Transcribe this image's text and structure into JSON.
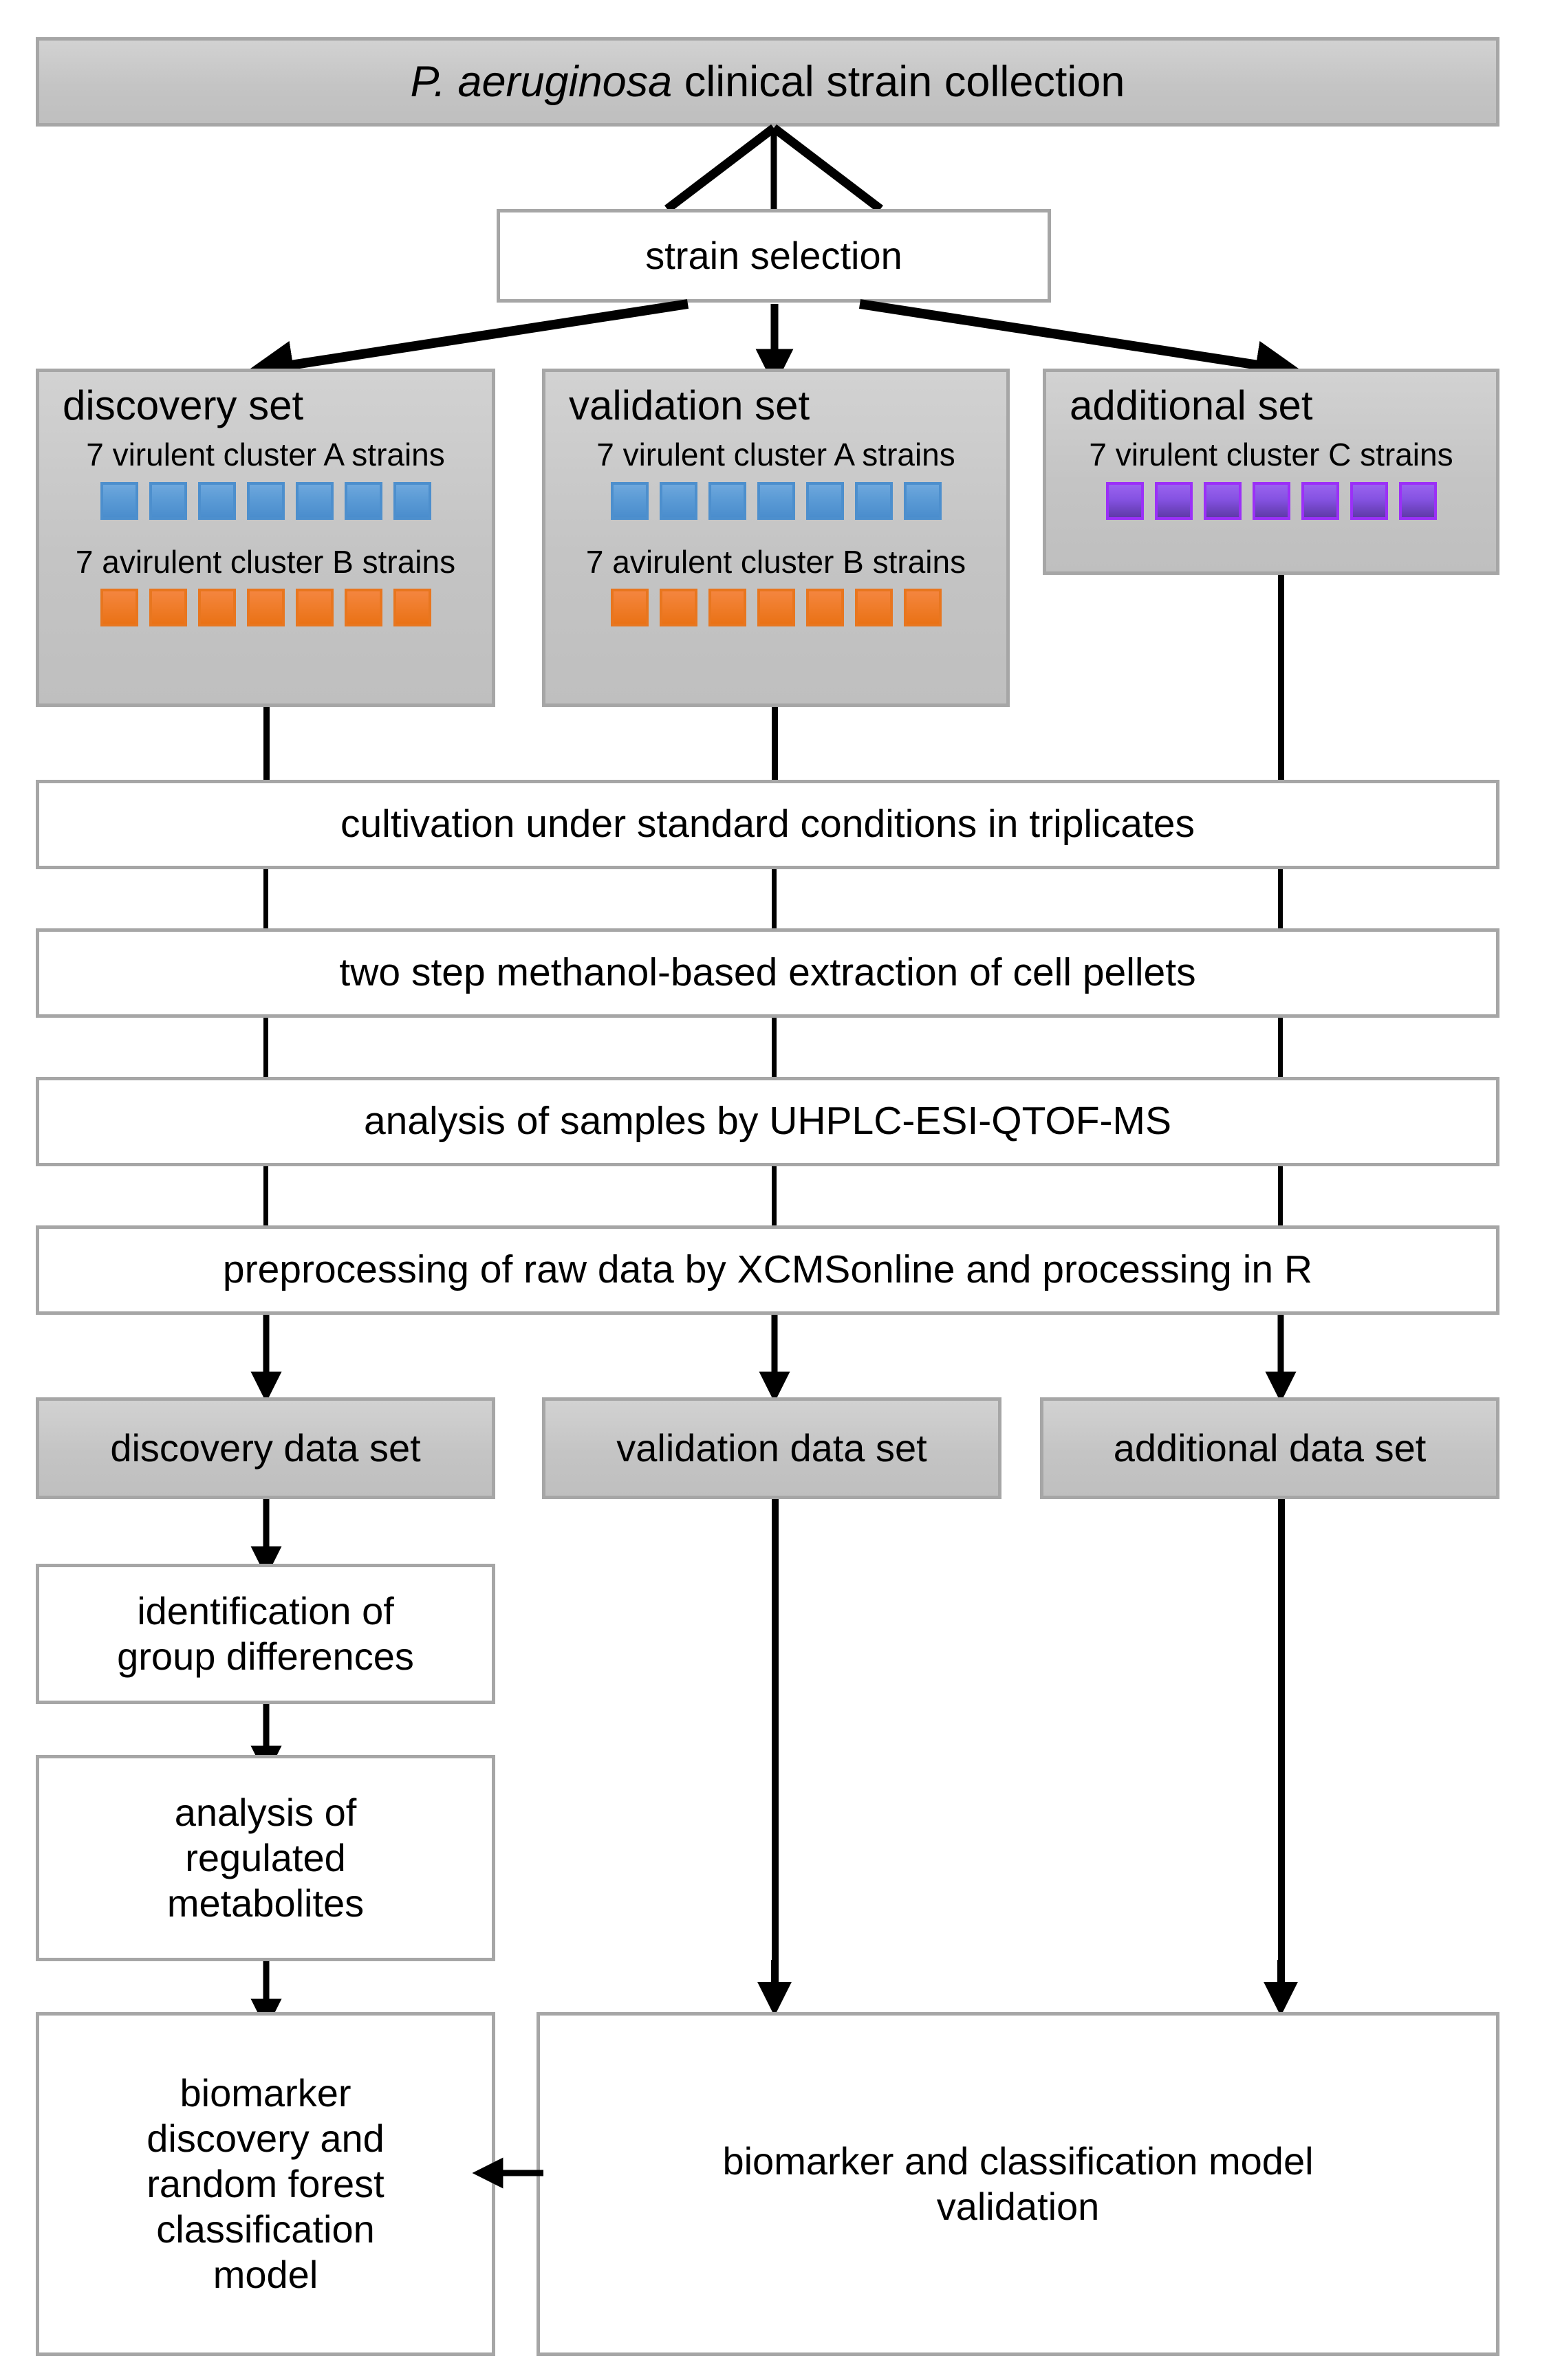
{
  "diagram": {
    "title_box": {
      "italic_part": "P. aeruginosa",
      "rest_part": " clinical strain collection"
    },
    "strain_selection": "strain selection",
    "sets": [
      {
        "name": "discovery set",
        "groups": [
          {
            "label": "7 virulent cluster A strains",
            "color": "#4d8fcd",
            "color_name": "blue",
            "count": 7
          },
          {
            "label": "7 avirulent cluster B strains",
            "color": "#e8761f",
            "color_name": "orange",
            "count": 7
          }
        ]
      },
      {
        "name": "validation set",
        "groups": [
          {
            "label": "7 virulent cluster A strains",
            "color": "#4d8fcd",
            "color_name": "blue",
            "count": 7
          },
          {
            "label": "7 avirulent cluster B strains",
            "color": "#e8761f",
            "color_name": "orange",
            "count": 7
          }
        ]
      },
      {
        "name": "additional set",
        "groups": [
          {
            "label": "7 virulent cluster C strains",
            "color": "#9b30f7",
            "color_name": "purple",
            "count": 7
          }
        ]
      }
    ],
    "process_steps": [
      "cultivation under standard conditions in triplicates",
      "two step methanol-based extraction of cell pellets",
      "analysis of samples by UHPLC-ESI-QTOF-MS",
      "preprocessing of raw data by XCMSonline and processing in R"
    ],
    "data_sets": [
      "discovery data set",
      "validation data set",
      "additional data set"
    ],
    "discovery_branch": [
      "identification of\ngroup differences",
      "analysis of\nregulated\nmetabolites",
      "biomarker\ndiscovery and\nrandom forest\nclassification\nmodel"
    ],
    "discovery_branch_lines": {
      "identification": [
        "identification of",
        "group differences"
      ],
      "analysis": [
        "analysis of",
        "regulated",
        "metabolites"
      ],
      "biomarker": [
        "biomarker",
        "discovery and",
        "random forest",
        "classification",
        "model"
      ]
    },
    "validation_result": {
      "lines": [
        "biomarker and classification model",
        "validation"
      ]
    },
    "colors": {
      "box_fill_gray": "#c6c6c6",
      "box_fill_white": "#ffffff",
      "box_border": "#a6a6a6",
      "connector": "#000000",
      "cluster_a_blue": "#4d8fcd",
      "cluster_b_orange": "#e8761f",
      "cluster_c_purple": "#9b30f7"
    }
  }
}
